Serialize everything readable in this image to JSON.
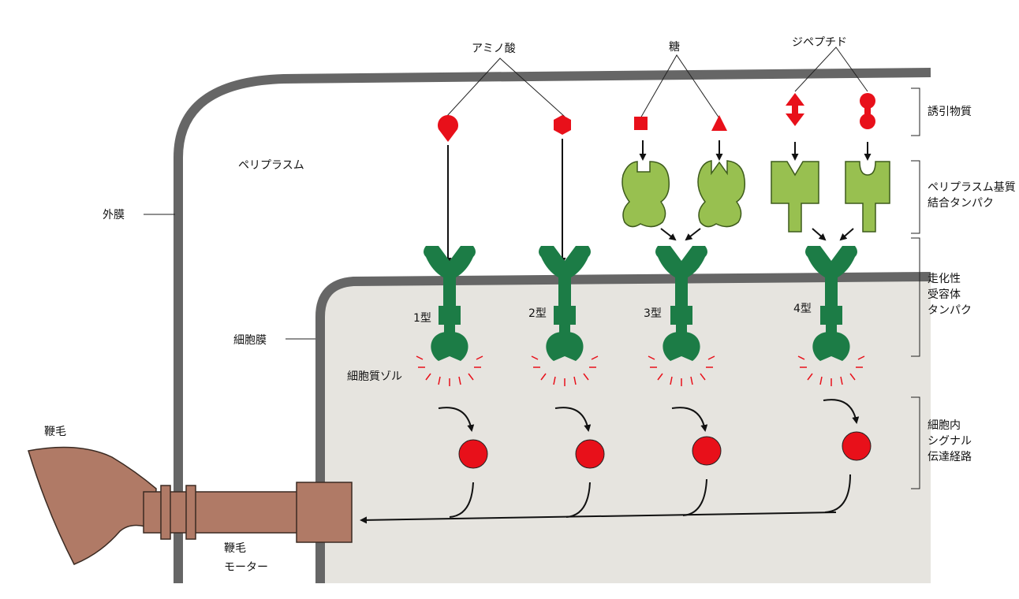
{
  "labels": {
    "amino_acid": "アミノ酸",
    "sugar": "糖",
    "dipeptide": "ジペプチド",
    "periplasm": "ペリプラスム",
    "outer_membrane": "外膜",
    "cell_membrane": "細胞膜",
    "cytoplasmic_sol": "細胞質ゾル",
    "flagellum": "鞭毛",
    "flagellar_motor_line1": "鞭毛",
    "flagellar_motor_line2": "モーター",
    "type1": "1型",
    "type2": "2型",
    "type3": "3型",
    "type4": "4型"
  },
  "side_labels": {
    "attractant": "誘引物質",
    "binding_protein_line1": "ペリプラスム基質",
    "binding_protein_line2": "結合タンパク",
    "receptor_line1": "走化性",
    "receptor_line2": "受容体",
    "receptor_line3": "タンパク",
    "signal_line1": "細胞内",
    "signal_line2": "シグナル",
    "signal_line3": "伝達経路"
  },
  "colors": {
    "membrane": "#666666",
    "cytoplasm": "#e6e4df",
    "attractant_red": "#e8101a",
    "receptor_green": "#1c7c46",
    "binding_green": "#98c050",
    "flagellum_brown": "#b07a66"
  }
}
